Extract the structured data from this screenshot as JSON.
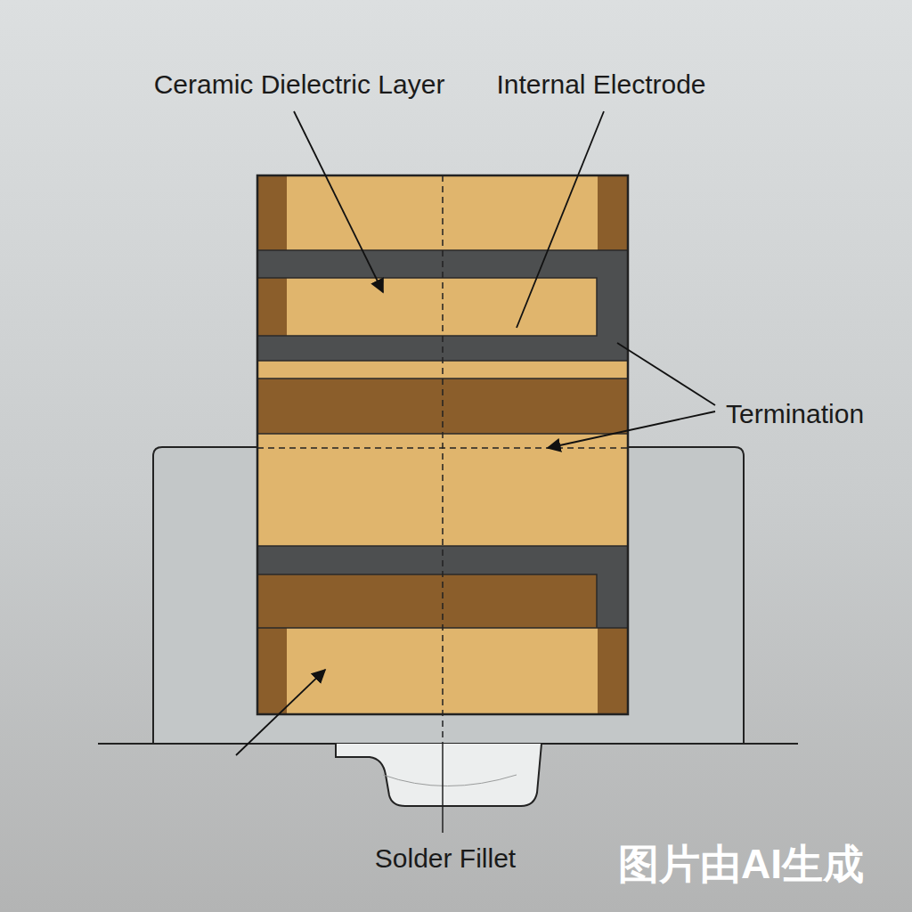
{
  "diagram": {
    "labels": [
      "Ceramic Dielectric Layer",
      "Internal Electrode",
      "Termination",
      "Solder Fillet",
      "图片由AI生成"
    ]
  }
}
